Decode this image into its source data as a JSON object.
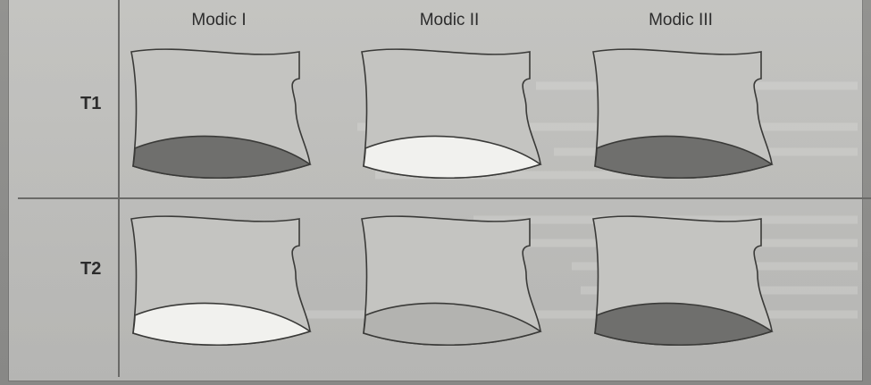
{
  "columns": [
    "Modic I",
    "Modic II",
    "Modic III"
  ],
  "rows": [
    "T1",
    "T2"
  ],
  "colors": {
    "body_light": "#c4c4c1",
    "body_dark": "#b6b6b3",
    "endplate_hypointense": "#6f6f6d",
    "endplate_intermediate": "#b3b3b0",
    "endplate_hyperintense": "#f1f1ee",
    "outline": "#3a3a38"
  },
  "cells": [
    {
      "row": "T1",
      "column": "Modic I",
      "endplate_signal": "hypointense"
    },
    {
      "row": "T1",
      "column": "Modic II",
      "endplate_signal": "hyperintense"
    },
    {
      "row": "T1",
      "column": "Modic III",
      "endplate_signal": "hypointense"
    },
    {
      "row": "T2",
      "column": "Modic I",
      "endplate_signal": "hyperintense"
    },
    {
      "row": "T2",
      "column": "Modic II",
      "endplate_signal": "intermediate"
    },
    {
      "row": "T2",
      "column": "Modic III",
      "endplate_signal": "hypointense"
    }
  ]
}
